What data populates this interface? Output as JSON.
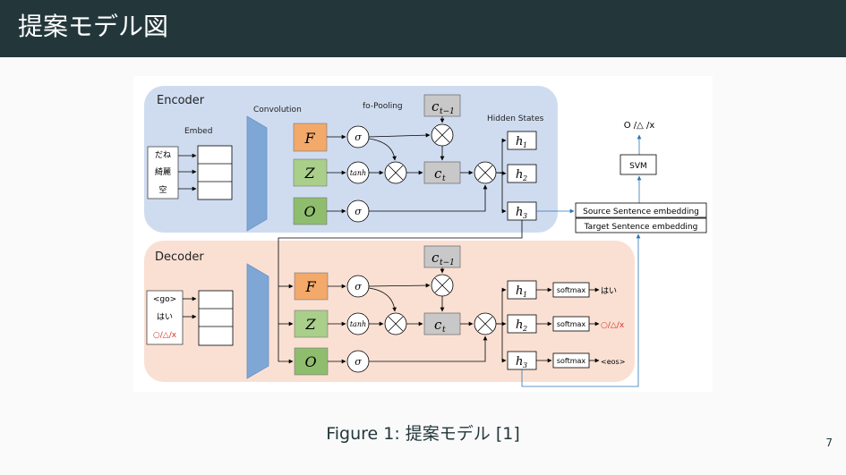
{
  "slide": {
    "title": "提案モデル図",
    "caption": "Figure 1: 提案モデル [1]",
    "page_number": "7"
  },
  "diagram": {
    "encoder": {
      "label": "Encoder",
      "embed_label": "Embed",
      "conv_label": "Convolution",
      "pool_label": "fo-Pooling",
      "hidden_label": "Hidden States",
      "words": [
        "だね",
        "綺麗",
        "空"
      ],
      "gates": [
        "F",
        "Z",
        "O"
      ],
      "activations": [
        "σ",
        "tanh",
        "σ"
      ],
      "cell_prev": "c",
      "cell_prev_sub": "t−1",
      "cell": "c",
      "cell_sub": "t",
      "hidden": [
        {
          "h": "h",
          "sub": "1"
        },
        {
          "h": "h",
          "sub": "2"
        },
        {
          "h": "h",
          "sub": "3"
        }
      ]
    },
    "decoder": {
      "label": "Decoder",
      "words": [
        "<go>",
        "はい",
        "○/△/x"
      ],
      "gates": [
        "F",
        "Z",
        "O"
      ],
      "activations": [
        "σ",
        "tanh",
        "σ"
      ],
      "cell_prev": "c",
      "cell_prev_sub": "t−1",
      "cell": "c",
      "cell_sub": "t",
      "hidden": [
        {
          "h": "h",
          "sub": "1"
        },
        {
          "h": "h",
          "sub": "2"
        },
        {
          "h": "h",
          "sub": "3"
        }
      ],
      "softmax_label": "softmax",
      "outputs": [
        "はい",
        "○/△/x",
        "<eos>"
      ]
    },
    "classifier": {
      "output_label": "O /△ /x",
      "svm_label": "SVM",
      "source_label": "Source Sentence embedding",
      "target_label": "Target Sentence embedding"
    },
    "colors": {
      "encoder_bg": "#cfdcf0",
      "decoder_bg": "#fae0d3",
      "gate_orange": "#f2a96a",
      "gate_green": "#a9cf8a",
      "gate_olive": "#8fbd6e",
      "conv_blue": "#7fa7d6",
      "cell_gray": "#c8c8c8",
      "arrow_blue": "#2f75b5",
      "red_text": "#d9342b"
    }
  }
}
